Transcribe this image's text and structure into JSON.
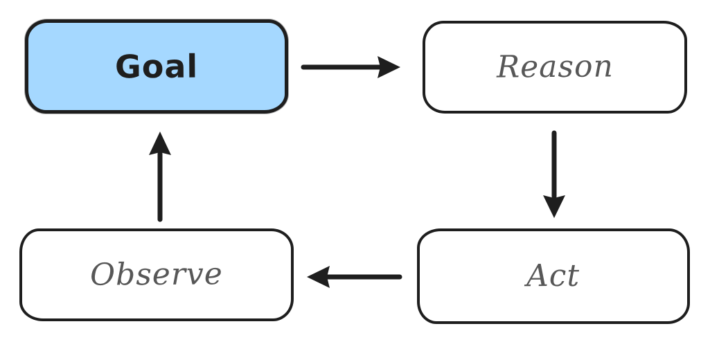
{
  "diagram": {
    "type": "flowchart",
    "theme": {
      "background": "#ffffff",
      "stroke_color": "#1e1e1e",
      "accent_fill": "#a5d8ff",
      "muted_text_color": "#575757",
      "primary_text_color": "#1e1e1e"
    },
    "nodes": {
      "goal": {
        "label": "Goal",
        "fill": "#a5d8ff",
        "text_color": "#1e1e1e",
        "highlighted": true
      },
      "reason": {
        "label": "Reason",
        "fill": "#ffffff",
        "text_color": "#575757",
        "highlighted": false
      },
      "act": {
        "label": "Act",
        "fill": "#ffffff",
        "text_color": "#575757",
        "highlighted": false
      },
      "observe": {
        "label": "Observe",
        "fill": "#ffffff",
        "text_color": "#575757",
        "highlighted": false
      }
    },
    "edges": [
      {
        "from": "Goal",
        "to": "Reason",
        "direction": "right"
      },
      {
        "from": "Reason",
        "to": "Act",
        "direction": "down"
      },
      {
        "from": "Act",
        "to": "Observe",
        "direction": "left"
      },
      {
        "from": "Observe",
        "to": "Goal",
        "direction": "up"
      }
    ]
  }
}
